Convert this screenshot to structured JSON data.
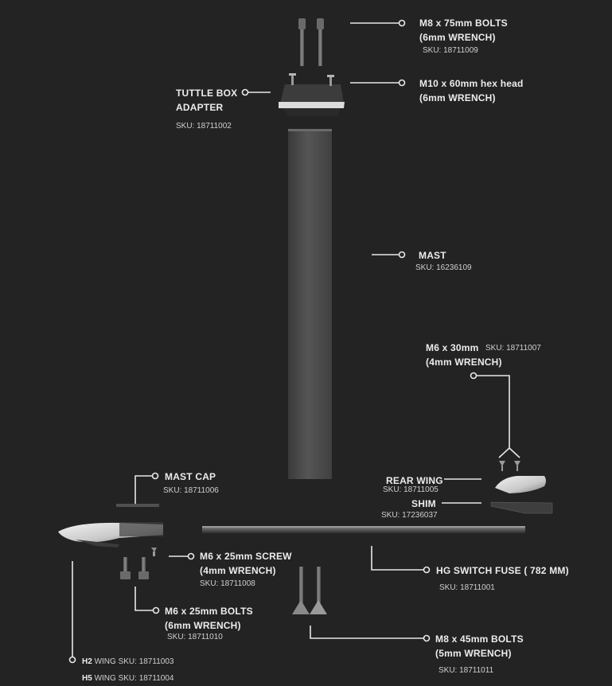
{
  "parts": {
    "m8_75_bolts": {
      "title": "M8 x 75mm BOLTS",
      "note": "(6mm WRENCH)",
      "sku": "SKU: 18711009"
    },
    "m10_60_hex": {
      "title": "M10 x 60mm hex head",
      "note": "(6mm WRENCH)"
    },
    "tuttle_box": {
      "title_line1": "TUTTLE BOX",
      "title_line2": "ADAPTER",
      "sku": "SKU: 18711002"
    },
    "mast": {
      "title": "MAST",
      "sku": "SKU: 16236109"
    },
    "m6_30": {
      "title": "M6 x 30mm",
      "sku": "SKU: 18711007",
      "note": "(4mm WRENCH)"
    },
    "rear_wing": {
      "title": "REAR WING",
      "sku": "SKU: 18711005"
    },
    "shim": {
      "title": "SHIM",
      "sku": "SKU: 17236037"
    },
    "mast_cap": {
      "title": "MAST CAP",
      "sku": "SKU: 18711006"
    },
    "m6_25_screw": {
      "title": "M6 x 25mm SCREW",
      "note": "(4mm WRENCH)",
      "sku": "SKU: 18711008"
    },
    "hg_fuse": {
      "title": "HG SWITCH FUSE ( 782 MM)",
      "sku": "SKU: 18711001"
    },
    "m6_25_bolts": {
      "title": "M6 x 25mm BOLTS",
      "note": "(6mm WRENCH)",
      "sku": "SKU: 18711010"
    },
    "m8_45_bolts": {
      "title": "M8 x 45mm BOLTS",
      "note": "(5mm WRENCH)",
      "sku": "SKU: 18711011"
    },
    "front_wings": {
      "h2_prefix": "H2",
      "h2_text": " WING SKU: 18711003",
      "h5_prefix": "H5",
      "h5_text": " WING SKU: 18711004"
    }
  },
  "colors": {
    "background": "#232323",
    "text": "#ececec",
    "leader": "#e8e8e8",
    "part_dark": "#4a4a4a",
    "part_light": "#d9d9d9"
  }
}
